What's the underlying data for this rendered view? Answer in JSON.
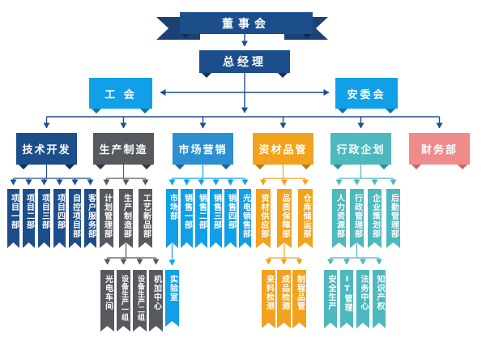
{
  "org": {
    "board": "董事会",
    "general_manager": "总经理",
    "union": "工 会",
    "safety_committee": "安委会",
    "departments": [
      {
        "label": "技术开发",
        "children": [
          {
            "label": "项目一部"
          },
          {
            "label": "项目二部"
          },
          {
            "label": "项目三部"
          },
          {
            "label": "项目四部"
          },
          {
            "label": "自控项目部"
          },
          {
            "label": "客户服务部"
          }
        ]
      },
      {
        "label": "生产制造",
        "children": [
          {
            "label": "计划管理部"
          },
          {
            "label": "生产制造部",
            "children": [
              {
                "label": "光电车间"
              },
              {
                "label": "设备生产一组"
              },
              {
                "label": "设备生产二组"
              },
              {
                "label": "机加中心"
              }
            ]
          },
          {
            "label": "工艺新品部"
          }
        ]
      },
      {
        "label": "市场营销",
        "children": [
          {
            "label": "市场部",
            "children": [
              {
                "label": "实验室"
              }
            ]
          },
          {
            "label": "销售一部"
          },
          {
            "label": "销售二部"
          },
          {
            "label": "销售三部"
          },
          {
            "label": "销售四部"
          },
          {
            "label": "光电销售部"
          }
        ]
      },
      {
        "label": "资材品管",
        "children": [
          {
            "label": "资材供应部"
          },
          {
            "label": "品质保障部",
            "children": [
              {
                "label": "来料检测"
              },
              {
                "label": "成品检测"
              },
              {
                "label": "制程品管"
              }
            ]
          },
          {
            "label": "仓库储运部"
          }
        ]
      },
      {
        "label": "行政企划",
        "children": [
          {
            "label": "人力资源部"
          },
          {
            "label": "行政管理部",
            "children": [
              {
                "label": "安全生产"
              },
              {
                "label": "IT管理"
              },
              {
                "label": "法务中心"
              },
              {
                "label": "知识产权"
              }
            ]
          },
          {
            "label": "企业策划部"
          },
          {
            "label": "后勤管理部"
          }
        ]
      },
      {
        "label": "财务部",
        "children": []
      }
    ]
  },
  "colors": {
    "navy": "#1d4e8c",
    "sky_blue": "#11a0e7",
    "medium_blue": "#2b8fd2",
    "dark_gray": "#56595e",
    "orange": "#f3a21f",
    "teal": "#4db8be",
    "salmon": "#ee8c8c",
    "connector": "#1d4e8c"
  }
}
